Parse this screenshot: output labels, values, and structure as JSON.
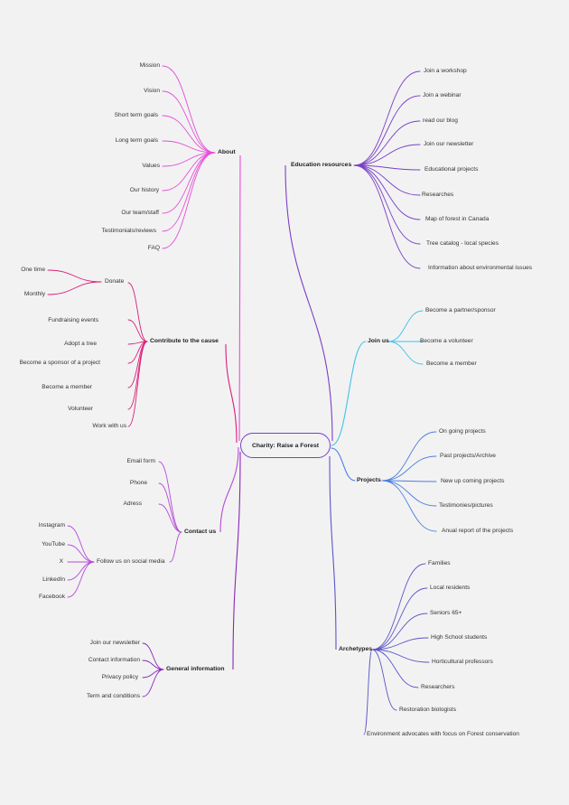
{
  "center": {
    "label": "Charity: Raise a Forest",
    "color": "#7a3fd0"
  },
  "branches": {
    "about": {
      "label": "About",
      "color": "#e64ed8",
      "items": [
        "Mission",
        "Vision",
        "Short term goals",
        "Long term goals",
        "Values",
        "Our history",
        "Our team/staff",
        "Testimonials/reviews",
        "FAQ"
      ]
    },
    "contribute": {
      "label": "Contribute to the cause",
      "color": "#d91e7a",
      "items": [
        "Donate",
        "Fundraising events",
        "Adopt a tree",
        "Become a sponsor of a project",
        "Become a member",
        "Volunteer",
        "Work with us"
      ],
      "donate_items": [
        "One time",
        "Monthly"
      ]
    },
    "contact": {
      "label": "Contact us",
      "color": "#b54ad8",
      "items": [
        "Email form",
        "Phone",
        "Adress",
        "Follow us on social media"
      ],
      "social_items": [
        "Instagram",
        "YouTube",
        "X",
        "LinkedIn",
        "Facebook"
      ]
    },
    "general": {
      "label": "General information",
      "color": "#8a26b8",
      "items": [
        "Join our newsletter",
        "Contact information",
        "Privacy policy",
        "Term and conditions"
      ]
    },
    "education": {
      "label": "Education resources",
      "color": "#7a3fc8",
      "items": [
        "Join a workshop",
        "Join a webinar",
        "read our blog",
        "Join our newsletter",
        "Educational projects",
        "Researches",
        "Map of forest in Canada",
        "Tree catalog - local species",
        "Information about environmental issues"
      ]
    },
    "join": {
      "label": "Join us",
      "color": "#3fc3e8",
      "items": [
        "Become a partner/sponsor",
        "Become a volunteer",
        "Become a member"
      ]
    },
    "projects": {
      "label": "Projects",
      "color": "#4a7ee0",
      "items": [
        "On going projects",
        "Past projects/Archive",
        "New up coming projects",
        "Testimonies/pictures",
        "Anual report of the projects"
      ]
    },
    "archetypes": {
      "label": "Archetypes",
      "color": "#5b55c8",
      "items": [
        "Families",
        "Local residents",
        "Seniors 65+",
        "High School students",
        "Horticultural professors",
        "Researchers",
        "Restoration biologists",
        "Environment advocates with focus on Forest conservation"
      ]
    }
  }
}
